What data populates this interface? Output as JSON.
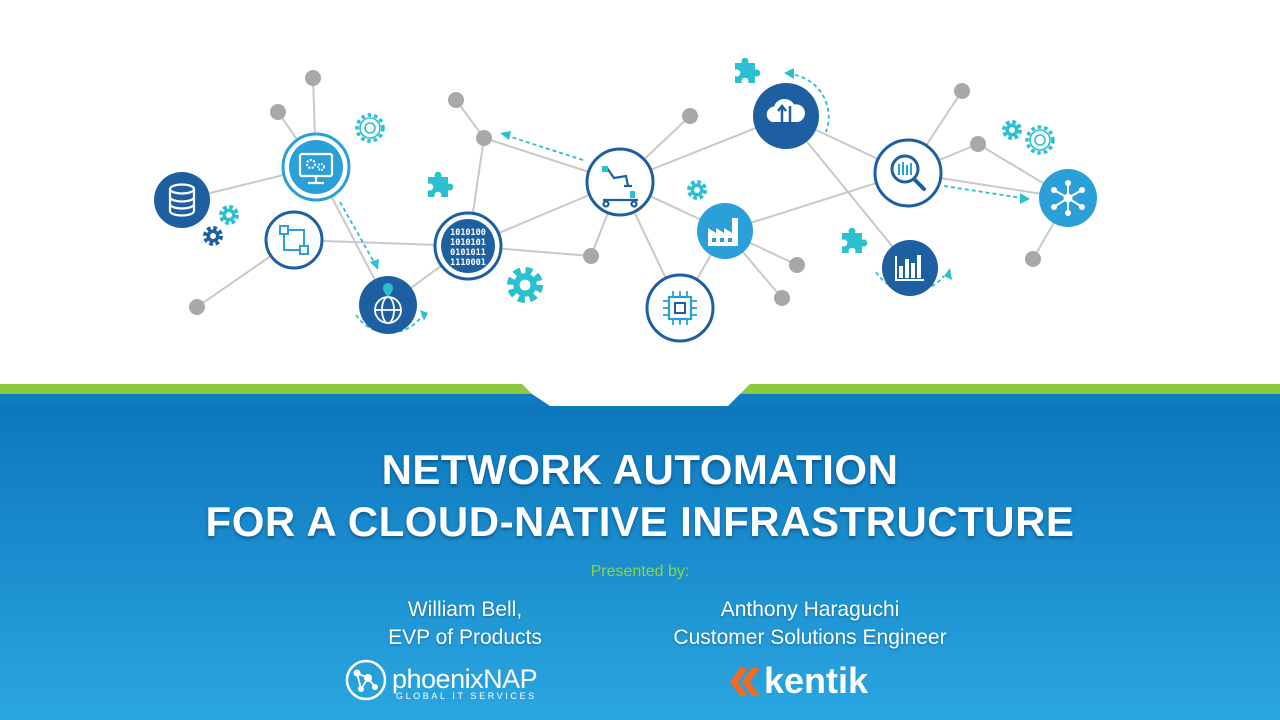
{
  "slide": {
    "title_line1": "NETWORK AUTOMATION",
    "title_line2": "FOR A CLOUD-NATIVE INFRASTRUCTURE",
    "presented_by": "Presented by:",
    "presenter1": {
      "name": "William Bell,",
      "role": "EVP of Products"
    },
    "presenter2": {
      "name": "Anthony Haraguchi",
      "role": "Customer Solutions Engineer"
    },
    "logo1": {
      "wordmark": "phoenixNAP",
      "tagline": "GLOBAL IT SERVICES"
    },
    "logo2": {
      "wordmark": "kentik"
    }
  },
  "icons": [
    "database-icon",
    "monitor-gears-icon",
    "flowchart-icon",
    "location-globe-icon",
    "binary-icon",
    "robotic-arm-icon",
    "chip-icon",
    "factory-icon",
    "cloud-sync-icon",
    "data-search-icon",
    "bar-chart-icon",
    "network-hub-icon",
    "gear-icon",
    "puzzle-icon"
  ],
  "colors": {
    "dark_blue": "#1d5fa0",
    "light_blue": "#2a9fd8",
    "teal": "#2bbfd2",
    "green": "#8dc63f",
    "node_gray": "#a8a8a8",
    "band_top": "#0d77bd",
    "band_bottom": "#2aa6e0",
    "kentik_orange": "#f26b21"
  }
}
